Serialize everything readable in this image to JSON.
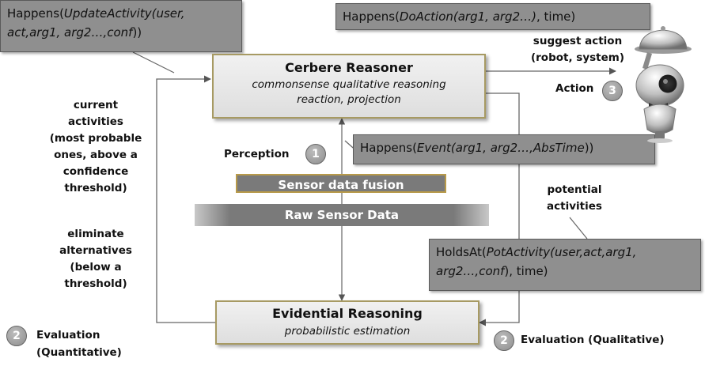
{
  "formulas": {
    "update_activity": {
      "prefix": "Happens(",
      "fn": "UpdateActivity",
      "args_line1": "(user,",
      "line2": "act,arg1, arg2…,conf",
      "close": "))"
    },
    "do_action": {
      "prefix": "Happens(",
      "fn": "DoAction",
      "args": "(arg1, arg2…)",
      "suffix": ", time)"
    },
    "event": {
      "prefix": "Happens(",
      "fn": "Event",
      "args": "(arg1, arg2…,AbsTime",
      "close": "))"
    },
    "holds_at": {
      "prefix": "HoldsAt(",
      "fn": "PotActivity",
      "args_line1": "(user,act,arg1,",
      "line2": "arg2…,conf",
      "suffix": "), time)"
    }
  },
  "reasoner": {
    "title": "Cerbere Reasoner",
    "line1": "commonsense qualitative reasoning",
    "line2": "reaction, projection"
  },
  "evidential": {
    "title": "Evidential Reasoning",
    "subtitle": "probabilistic estimation"
  },
  "bars": {
    "fusion": "Sensor data fusion",
    "raw": "Raw Sensor Data"
  },
  "labels": {
    "suggest_action_1": "suggest action",
    "suggest_action_2": "(robot, system)",
    "action": "Action",
    "perception": "Perception",
    "current_activities": [
      "current",
      "activities",
      "(most probable",
      "ones, above a",
      "confidence",
      "threshold)"
    ],
    "eliminate": [
      "eliminate",
      "alternatives",
      "(below a",
      "threshold)"
    ],
    "potential": [
      "potential",
      "activities"
    ],
    "eval_quant_1": "Evaluation",
    "eval_quant_2": "(Quantitative)",
    "eval_qual": "Evaluation (Qualitative)"
  },
  "numbers": {
    "perception": "1",
    "eval_quant": "2",
    "eval_qual": "2",
    "action": "3"
  }
}
